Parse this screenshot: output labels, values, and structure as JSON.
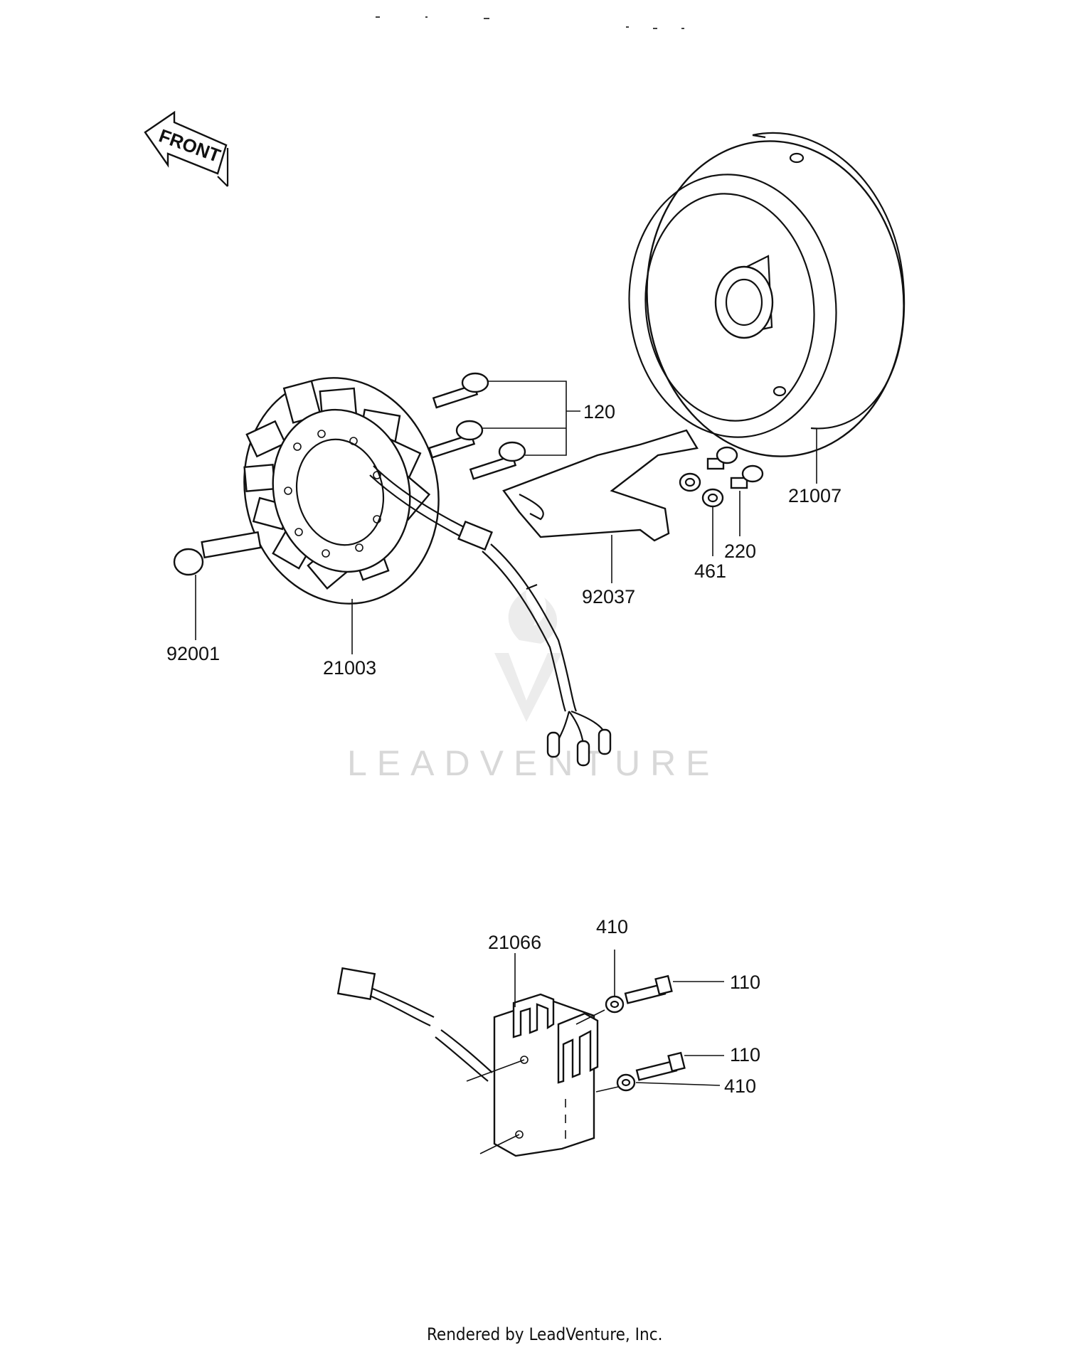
{
  "diagram": {
    "orientation_label": "FRONT",
    "watermark": "LEADVENTURE",
    "footer": "Rendered by LeadVenture, Inc.",
    "callouts": {
      "screw_120": "120",
      "rotor_21007": "21007",
      "bolt_220": "220",
      "washer_461": "461",
      "bracket_92037": "92037",
      "bolt_92001": "92001",
      "stator_21003": "21003",
      "regulator_21066": "21066",
      "washer_410_top": "410",
      "bolt_110_top": "110",
      "bolt_110_bottom": "110",
      "washer_410_bottom": "410"
    }
  },
  "colors": {
    "line": "#111111",
    "background": "#ffffff",
    "watermark": "#d8d8d8"
  }
}
